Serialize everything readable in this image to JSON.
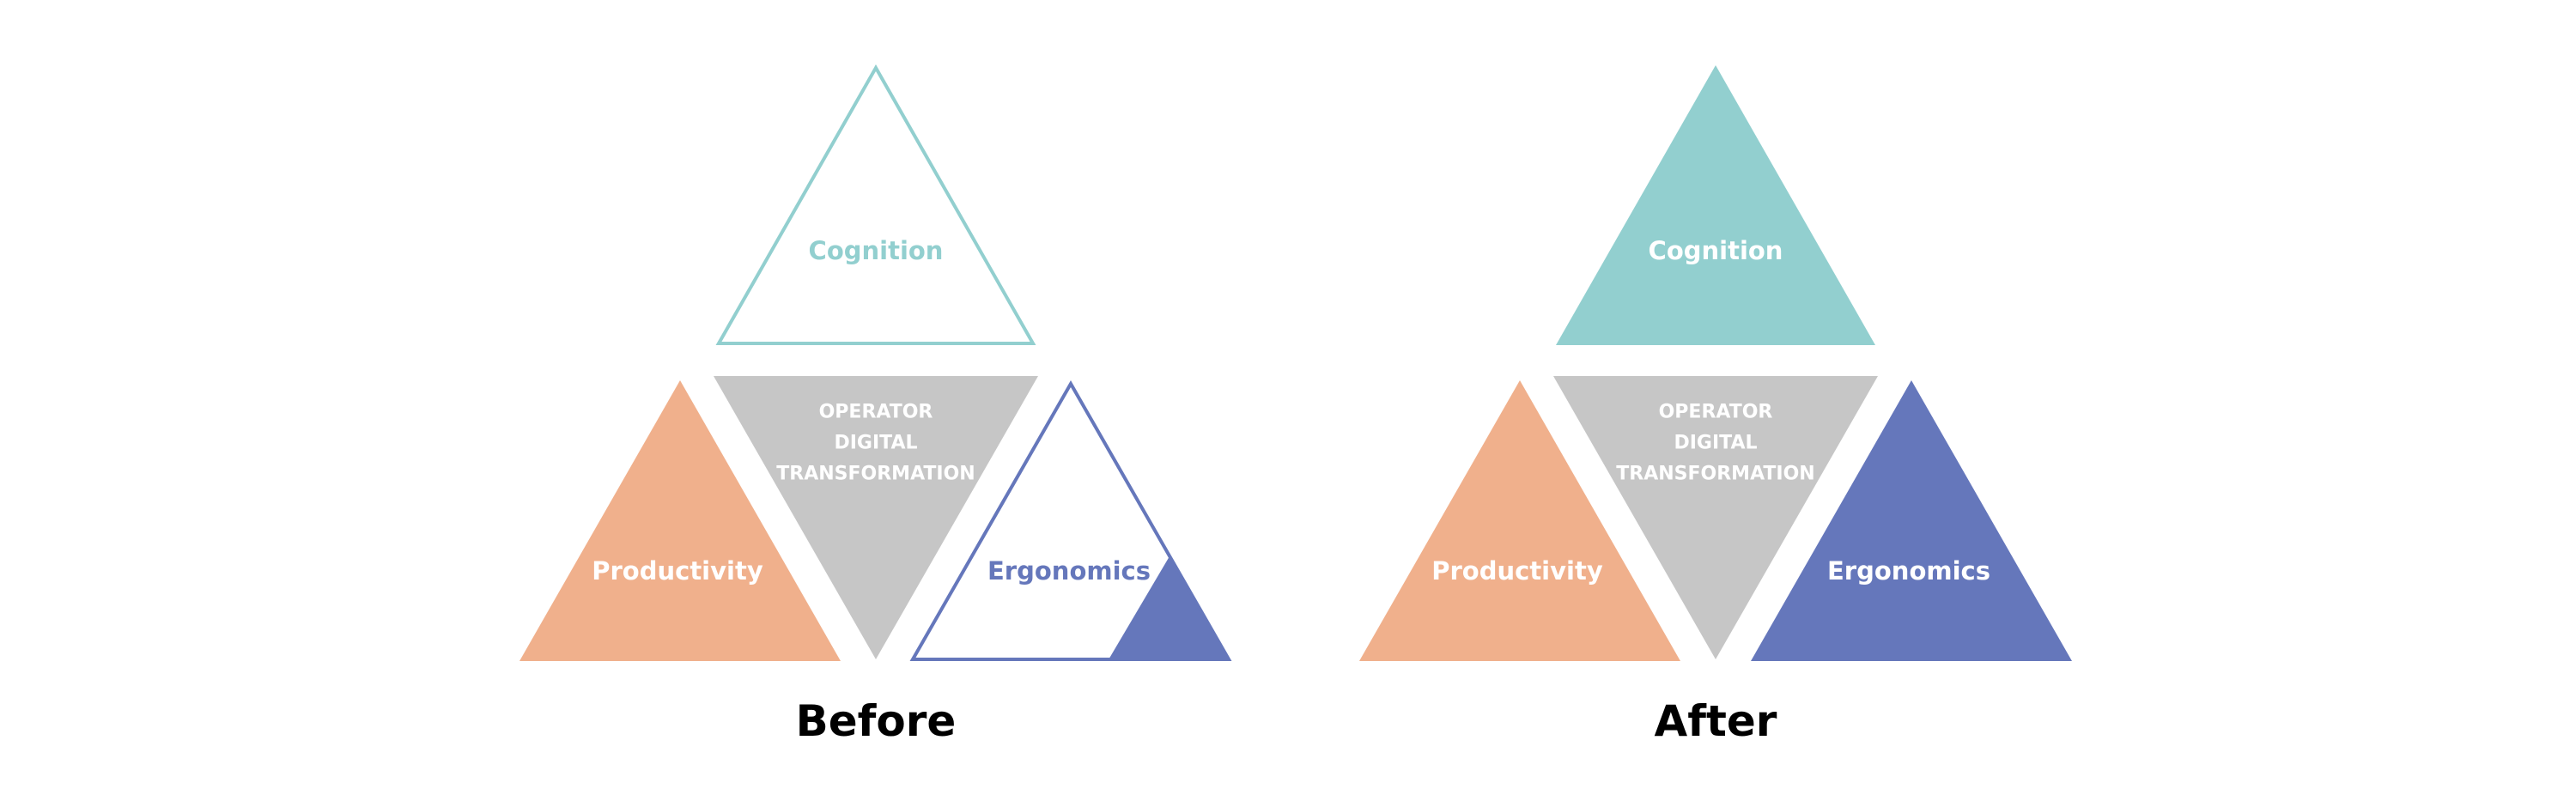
{
  "colors": {
    "cognition": "#92cfcf",
    "productivity": "#f0b08c",
    "ergonomics": "#6577bb",
    "center": "#c6c6c6",
    "center_text": "#ffffff",
    "caption": "#000000"
  },
  "before": {
    "caption": "Before",
    "cognition_label": "Cognition",
    "productivity_label": "Productivity",
    "ergonomics_label": "Ergonomics",
    "center_line1": "OPERATOR",
    "center_line2": "DIGITAL",
    "center_line3": "TRANSFORMATION",
    "cognition_fill_fraction": 0,
    "productivity_fill_fraction": 1,
    "ergonomics_fill_fraction": 0.38
  },
  "after": {
    "caption": "After",
    "cognition_label": "Cognition",
    "productivity_label": "Productivity",
    "ergonomics_label": "Ergonomics",
    "center_line1": "OPERATOR",
    "center_line2": "DIGITAL",
    "center_line3": "TRANSFORMATION",
    "cognition_fill_fraction": 1,
    "productivity_fill_fraction": 1,
    "ergonomics_fill_fraction": 1
  }
}
